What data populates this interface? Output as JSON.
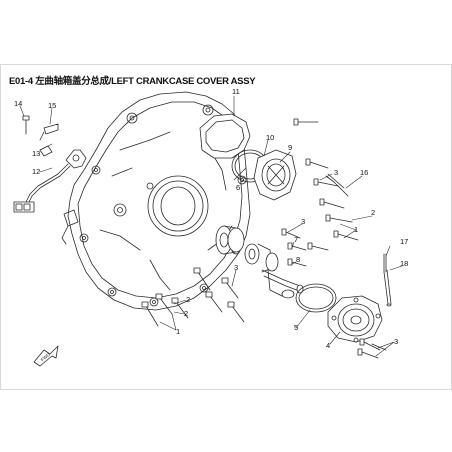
{
  "diagram": {
    "title": "E01-4 左曲轴箱盖分总成/LEFT CRANKCASE COVER ASSY",
    "callouts": [
      "1",
      "2",
      "3",
      "4",
      "5",
      "6",
      "7",
      "8",
      "9",
      "10",
      "11",
      "12",
      "13",
      "14",
      "15",
      "16",
      "17",
      "18"
    ],
    "fwd_label": "FWD"
  },
  "colors": {
    "line": "#2b2b2b",
    "fill": "#ffffff",
    "frame": "#d9d9d9"
  }
}
